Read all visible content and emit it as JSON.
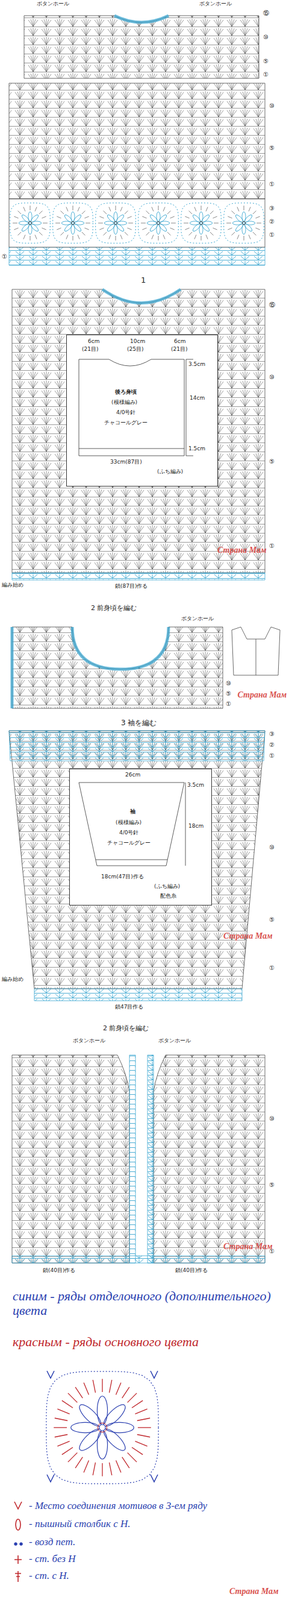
{
  "diagram": {
    "nodes": [
      {
        "text": [
          "6cm",
          "10cm",
          "6cm",
          "(21目)",
          "(25目)",
          "(21目)",
          "3.5cm",
          "14cm",
          "後ろ身頃",
          "(模様編み)",
          "4/0号針",
          "チャコールグレー",
          "33cm(87目)",
          "(ふち編み)",
          "1.5cm"
        ]
      },
      {
        "text": [
          "26cm",
          "3.5cm",
          "袖",
          "(模様編み)",
          "4/0号針",
          "チャコールグレー",
          "18cm",
          "18cm(47目)作る",
          "(ふち編み)",
          "配色糸"
        ]
      }
    ],
    "labels": [
      "ボタンホール",
      "ボタンホール",
      "⑮",
      "⑩",
      "⑤",
      "①",
      "⑩",
      "⑤",
      "①",
      "③",
      "②",
      "①",
      "①",
      "1",
      "⑮",
      "⑩",
      "⑤",
      "①",
      "編み始め",
      "鎖(87目)作る",
      "Страна Мам",
      "2 前身頃を編む",
      "ボタンホール",
      "⑩",
      "⑤",
      "①",
      "Страна Мам",
      "3 袖を編む",
      "③",
      "②",
      "①",
      "⑩",
      "⑤",
      "①",
      "編み始め",
      "鎖47目作る",
      "Страна Мам",
      "2 前身頃を編む",
      "ボタンホール",
      "ボタンホール",
      "⑩",
      "⑤",
      "①",
      "鎖(40目)作る",
      "鎖(40目)作る",
      "Страна Мам",
      "синим - ряды отделочного (дополнительного) цвета",
      "красным - ряды основного цвета",
      "Страна Мам"
    ],
    "legend": [
      {
        "text": "- Место соединения мотивов в 3-ем ряду"
      },
      {
        "text": "- пышный столбик с Н."
      },
      {
        "text": "- возд пет."
      },
      {
        "text": "- ст. без Н"
      },
      {
        "text": "- ст. с Н."
      }
    ]
  }
}
